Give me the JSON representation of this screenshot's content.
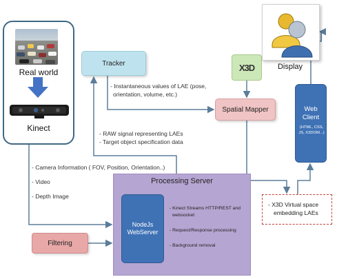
{
  "real_world": {
    "label": "Real world",
    "device_label": "Kinect"
  },
  "tracker": {
    "label": "Tracker"
  },
  "tracker_edge": {
    "line1": "- Instantaneous values of LAE (pose,",
    "line2": "orientation, volume, etc.)"
  },
  "x3d_logo": {
    "text": "X3D"
  },
  "spatial_mapper": {
    "label": "Spatial Mapper"
  },
  "display": {
    "label": "Display"
  },
  "web_client": {
    "title_line1": "Web Client",
    "tech": "(HTML, CSS, JS, X3DOM...)"
  },
  "raw_edge": {
    "line1": "- RAW signal representing LAEs",
    "line2": "- Target object specification data"
  },
  "kinect_outputs": [
    "- Camera Information ( FOV, Position, Orientation..)",
    "- Video",
    "- Depth Image"
  ],
  "x3d_space": {
    "line1": "- X3D Virtual space",
    "line2": "embedding LAEs"
  },
  "processing_server": {
    "title": "Processing Server",
    "node_line1": "NodeJs",
    "node_line2": "WebServer",
    "items": [
      "- Kinect Streams HTTP/REST and",
      "websocket",
      "- Request/Response processing",
      "- Background removal"
    ]
  },
  "filtering": {
    "label": "Filtering"
  },
  "colors": {
    "arrow": "#5b7d9a",
    "tracker_fill": "#bfe3ee",
    "mapper_fill": "#f0c4c4",
    "server_fill": "#b5a5d2",
    "node_fill": "#3f72b5",
    "x3d_border": "#c0403a"
  }
}
